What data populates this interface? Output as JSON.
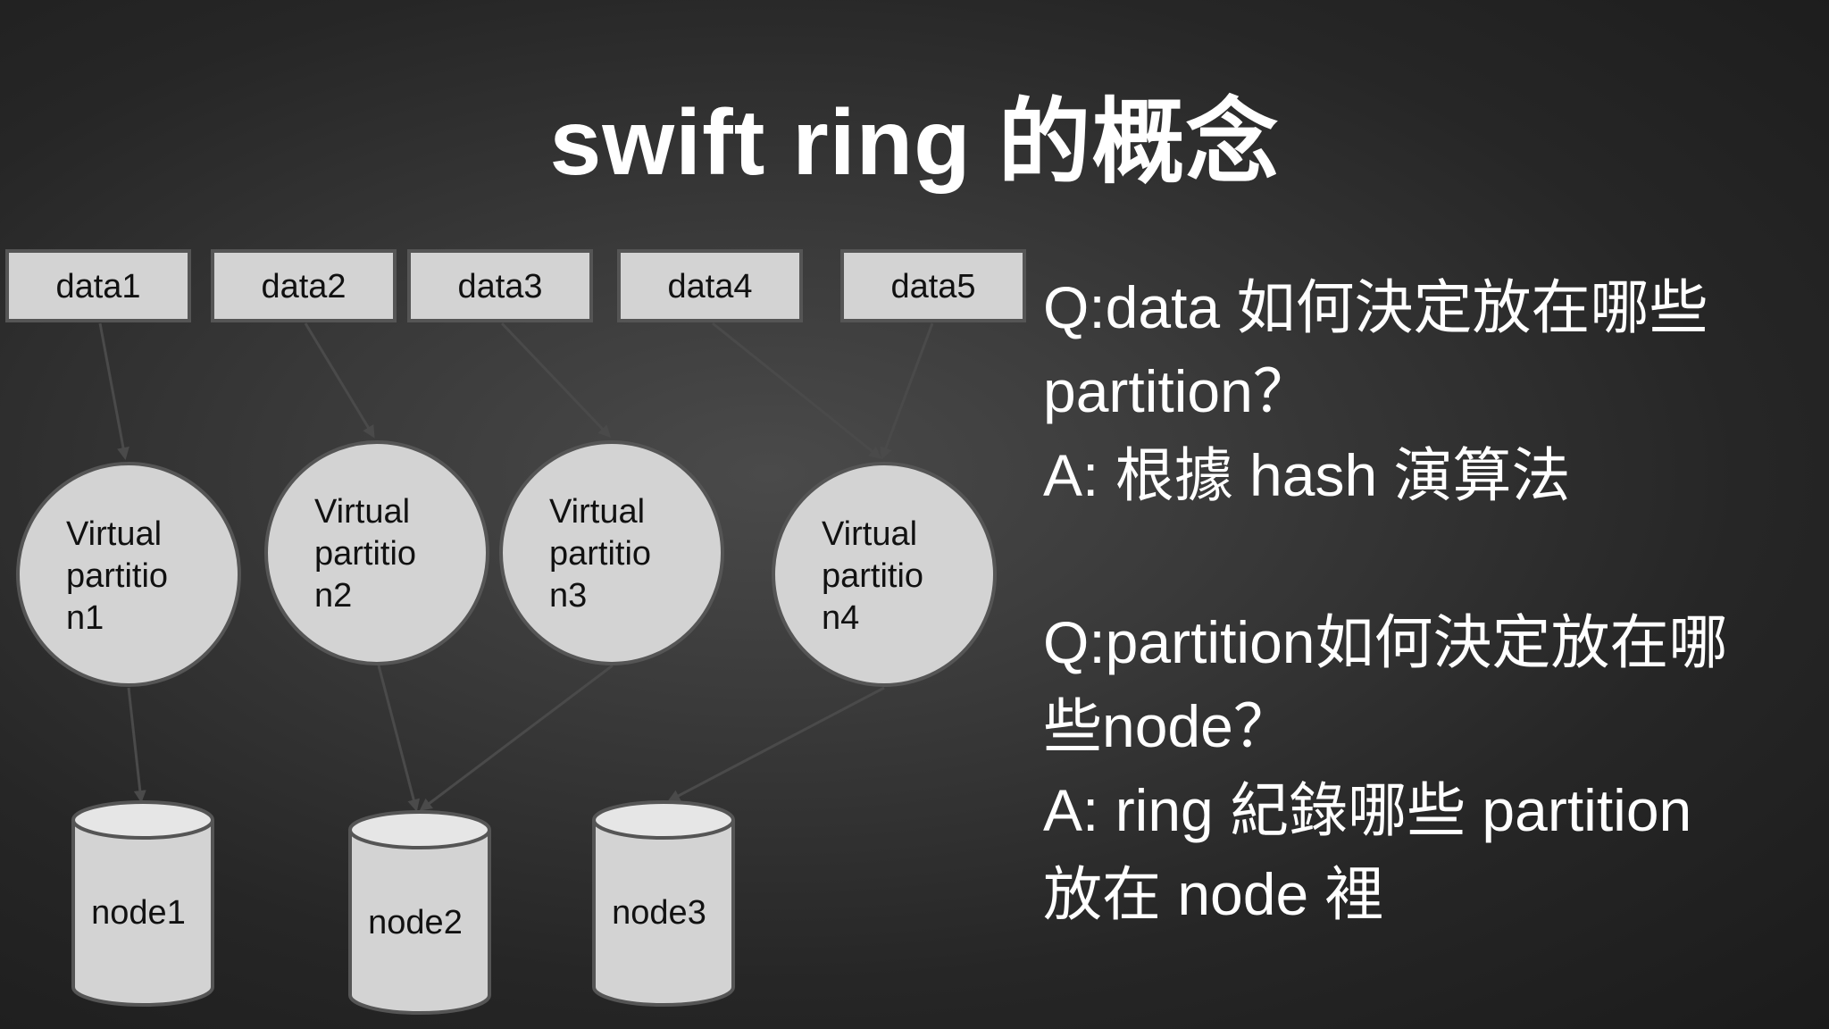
{
  "title": "swift ring 的概念",
  "colors": {
    "background": "#262626",
    "shape_fill": "#d3d3d3",
    "shape_stroke": "#555555",
    "arrow": "#4a4a4a",
    "text_light": "#ffffff",
    "text_dark": "#111111"
  },
  "diagram": {
    "data_boxes": [
      "data1",
      "data2",
      "data3",
      "data4",
      "data5"
    ],
    "partitions": [
      [
        "Virtual",
        "partitio",
        "n1"
      ],
      [
        "Virtual",
        "partitio",
        "n2"
      ],
      [
        "Virtual",
        "partitio",
        "n3"
      ],
      [
        "Virtual",
        "partitio",
        "n4"
      ]
    ],
    "nodes": [
      "node1",
      "node2",
      "node3"
    ],
    "data_to_partition": [
      [
        "data1",
        "n1"
      ],
      [
        "data2",
        "n2"
      ],
      [
        "data3",
        "n3"
      ],
      [
        "data4",
        "n4"
      ],
      [
        "data5",
        "n4"
      ]
    ],
    "partition_to_node": [
      [
        "n1",
        "node1"
      ],
      [
        "n2",
        "node2"
      ],
      [
        "n3",
        "node2"
      ],
      [
        "n4",
        "node3"
      ]
    ]
  },
  "qa": [
    {
      "question": [
        "Q:data 如何決定放在哪些",
        "partition？"
      ],
      "answer": [
        "A: 根據 hash 演算法"
      ]
    },
    {
      "question": [
        "Q:partition如何決定放在哪",
        "些node？"
      ],
      "answer": [
        "A: ring 紀錄哪些 partition",
        "放在 node  裡"
      ]
    }
  ]
}
